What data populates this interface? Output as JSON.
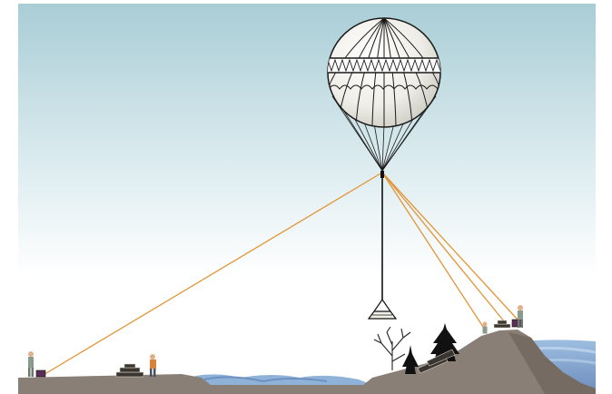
{
  "scene": {
    "elements": [
      "sky",
      "gas-balloon",
      "ballast-tether",
      "sandbag-basket",
      "guy-lines",
      "ground",
      "water",
      "people",
      "sandbag-piles",
      "trees",
      "equipment-boxes"
    ]
  },
  "colors": {
    "sky_top": "#a9cdd6",
    "sky_bottom": "#ffffff",
    "balloon_fill": "#f1f0eb",
    "balloon_shadow": "#cfcdc3",
    "ground": "#8a7f76",
    "water": "#8fb2d8",
    "guy_line": "#e39536",
    "tether": "#111111",
    "trees": "#111111"
  }
}
